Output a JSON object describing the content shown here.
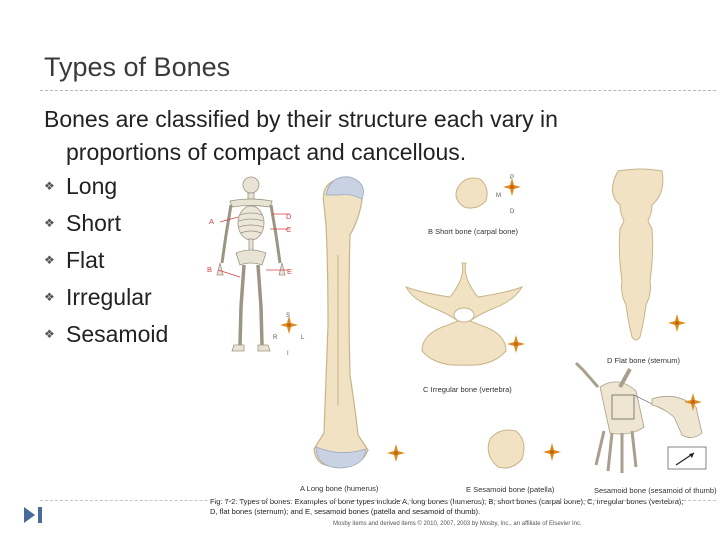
{
  "slide": {
    "title": "Types of Bones",
    "intro_line1": "Bones are classified by their structure each vary in",
    "intro_line2": "proportions of compact and cancellous.",
    "bullets": [
      "Long",
      "Short",
      "Flat",
      "Irregular",
      "Sesamoid"
    ]
  },
  "figure": {
    "skeleton_labels": {
      "a": "A",
      "b": "B",
      "c": "C",
      "d": "D",
      "e": "E"
    },
    "compass": {
      "p": "P",
      "m": "M",
      "l": "L",
      "d": "D",
      "s": "S",
      "r": "R",
      "i": "I"
    },
    "captions": {
      "long": "A Long bone (humerus)",
      "short": "B Short bone (carpal bone)",
      "irregular": "C Irregular bone (vertebra)",
      "flat": "D Flat bone (sternum)",
      "sesamoid_patella": "E Sesamoid bone (patella)",
      "sesamoid_thumb": "Sesamoid bone (sesamoid of thumb)"
    },
    "fig_caption": "Fig. 7-2. Types of bones. Examples of bone types include A, long bones (humerus); B, short bones (carpal bone); C, irregular bones (vertebra); D, flat bones (sternum); and E, sesamoid bones (patella and sesamoid of thumb).",
    "credit": "Mosby items and derived items © 2010, 2007, 2003 by Mosby, Inc., an affiliate of Elsevier Inc."
  },
  "colors": {
    "bone": "#f0e2c2",
    "bone_edge": "#c9b489",
    "cartilage": "#c8d2e2",
    "compass": "#e08a1e",
    "footer": "#4a6a9a"
  }
}
